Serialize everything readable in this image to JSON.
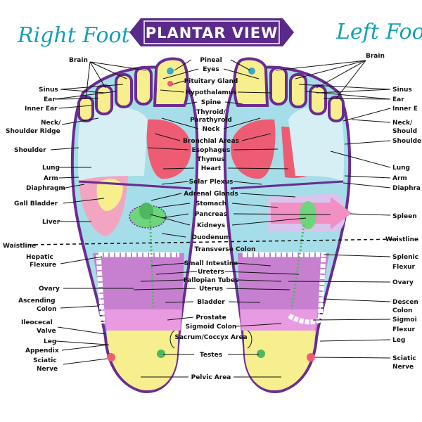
{
  "banner": {
    "title": "PLANTAR VIEW"
  },
  "right_title": "Right Foot",
  "left_title": "Left Foo",
  "center_labels": {
    "pineal": "Pineal",
    "eyes": "Eyes",
    "pituitary": "Pituitary Gland",
    "hypothalamus": "Hypothalamus",
    "spine": "Spine",
    "thyroid1": "Thyroid/",
    "thyroid2": "Parathyroid",
    "neck": "Neck",
    "bronchial": "Bronchial Areas",
    "esophagus": "Esophagus",
    "thymus": "Thymus",
    "heart": "Heart",
    "solar": "Solar Plexus",
    "adrenal": "Adrenal Glands",
    "stomach": "Stomach",
    "pancreas": "Pancreas",
    "kidneys": "Kidneys",
    "duodenum": "Duodenum",
    "transverse": "Transverse Colon",
    "small_int": "Small Intestine",
    "ureters": "Ureters",
    "fallopian": "Fallopian Tubes",
    "uterus": "Uterus",
    "bladder": "Bladder",
    "prostate": "Prostate",
    "sigmoid": "Sigmoid Colon",
    "sacrum": "Sacrum/Coccyx Area",
    "testes": "Testes",
    "pelvic": "Pelvic Area"
  },
  "right_labels": {
    "brain": "Brain",
    "sinus": "Sinus",
    "ear": "Ear",
    "inner_ear": "Inner Ear",
    "neck1": "Neck/",
    "neck2": "Shoulder Ridge",
    "shoulder": "Shoulder",
    "lung": "Lung",
    "arm": "Arm",
    "diaphragm": "Diaphragm",
    "gall": "Gall Bladder",
    "liver": "Liver",
    "waistline": "Waistline",
    "hepatic1": "Hepatic",
    "hepatic2": "Flexure",
    "ovary": "Ovary",
    "ascending1": "Ascending",
    "ascending2": "Colon",
    "ileo1": "Ileocecal",
    "ileo2": "Valve",
    "leg": "Leg",
    "appendix": "Appendix",
    "sciatic1": "Sciatic",
    "sciatic2": "Nerve"
  },
  "left_labels": {
    "brain": "Brain",
    "sinus": "Sinus",
    "ear": "Ear",
    "inner_ear": "Inner E",
    "neck": "Neck/",
    "shoulder_ridge": "Should",
    "shoulder": "Shoulde",
    "lung": "Lung",
    "arm": "Arm",
    "diaphragm": "Diaphra",
    "spleen": "Spleen",
    "waistline": "Waistline",
    "splenic1": "Splenic",
    "splenic2": "Flexur",
    "ovary": "Ovary",
    "descending1": "Descen",
    "descending2": "Colon",
    "sigmoid1": "Sigmoi",
    "sigmoid2": "Flexur",
    "leg": "Leg",
    "sciatic1": "Sciatic",
    "sciatic2": "Nerve"
  }
}
